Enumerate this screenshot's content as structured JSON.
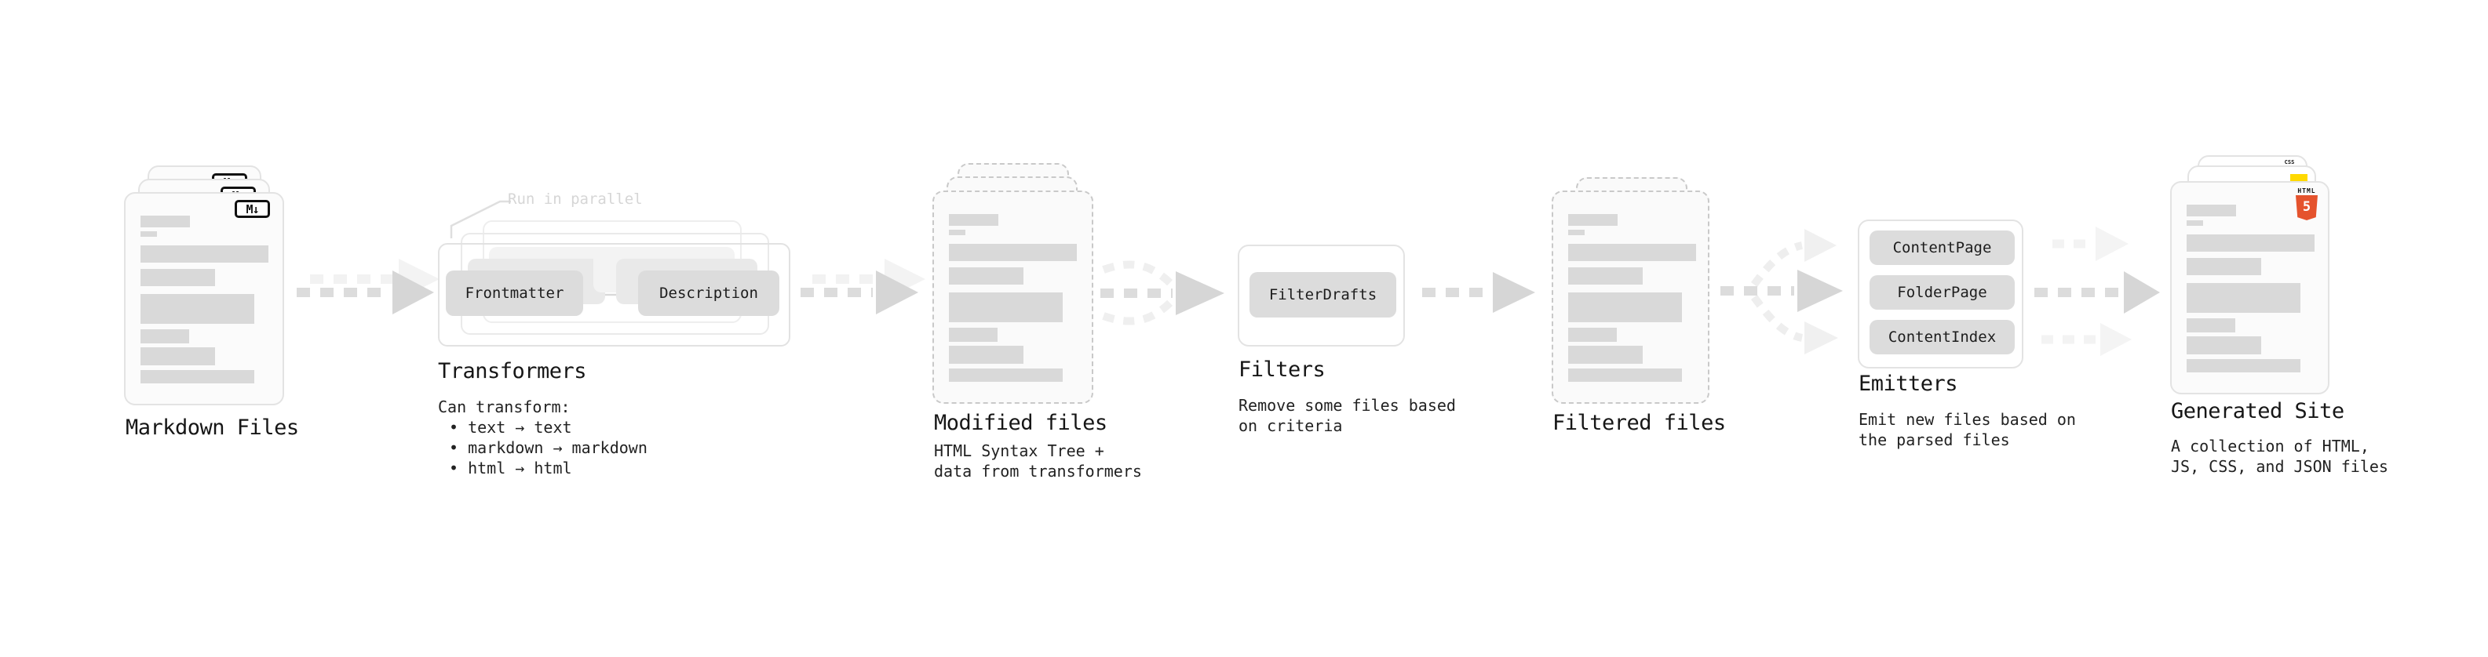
{
  "diagram": {
    "stages": [
      {
        "id": "markdown-files",
        "label": "Markdown Files"
      },
      {
        "id": "transformers",
        "label": "Transformers",
        "annotation": "Run in parallel",
        "buttons": [
          "Frontmatter",
          "Description"
        ],
        "desc": [
          "Can transform:",
          "• text → text",
          "• markdown → markdown",
          "• html → html"
        ]
      },
      {
        "id": "modified-files",
        "label": "Modified files",
        "desc": [
          "HTML Syntax Tree +",
          "data from transformers"
        ]
      },
      {
        "id": "filters",
        "label": "Filters",
        "buttons": [
          "FilterDrafts"
        ],
        "desc": [
          "Remove some files based",
          "on criteria"
        ]
      },
      {
        "id": "filtered-files",
        "label": "Filtered files"
      },
      {
        "id": "emitters",
        "label": "Emitters",
        "buttons": [
          "ContentPage",
          "FolderPage",
          "ContentIndex"
        ],
        "desc": [
          "Emit new files based on",
          "the parsed files"
        ]
      },
      {
        "id": "generated-site",
        "label": "Generated Site",
        "desc": [
          "A collection of HTML,",
          "JS, CSS, and JSON files"
        ]
      }
    ],
    "badges": {
      "markdown": "M↓",
      "html_word": "HTML",
      "html_five": "5",
      "css_word": "CSS"
    },
    "colors": {
      "html5_orange": "#e5532d",
      "js_yellow": "#ffd900",
      "css_blue": "#2f6fd0",
      "card_fill": "#fafafa",
      "placeholder_gray": "#d9d9d9",
      "arrow_gray": "#dcdcdc",
      "arrow_light": "#f1f1f1"
    }
  }
}
